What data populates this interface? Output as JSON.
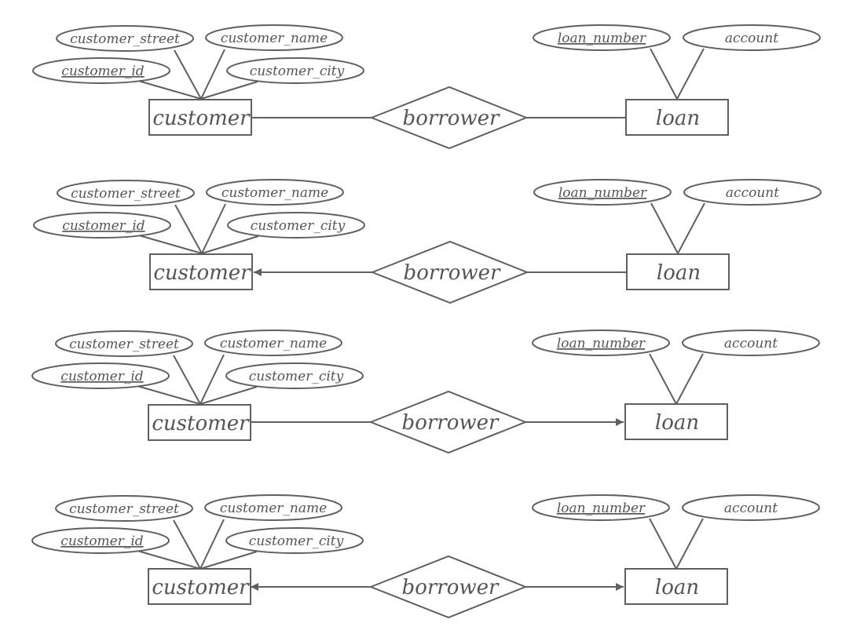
{
  "colors": {
    "stroke": "#5f5f5f",
    "text": "#555555",
    "background": "#ffffff"
  },
  "diagrams": [
    {
      "cardinality": "many-to-many",
      "customer": {
        "label": "customer"
      },
      "relationship": {
        "label": "borrower"
      },
      "loan": {
        "label": "loan"
      },
      "customer_attributes": [
        {
          "label": "customer_street",
          "key": false
        },
        {
          "label": "customer_name",
          "key": false
        },
        {
          "label": "customer_id",
          "key": true
        },
        {
          "label": "customer_city",
          "key": false
        }
      ],
      "loan_attributes": [
        {
          "label": "loan_number",
          "key": true
        },
        {
          "label": "account",
          "key": false
        }
      ]
    },
    {
      "cardinality": "one-to-many",
      "customer": {
        "label": "customer"
      },
      "relationship": {
        "label": "borrower"
      },
      "loan": {
        "label": "loan"
      },
      "customer_attributes": [
        {
          "label": "customer_street",
          "key": false
        },
        {
          "label": "customer_name",
          "key": false
        },
        {
          "label": "customer_id",
          "key": true
        },
        {
          "label": "customer_city",
          "key": false
        }
      ],
      "loan_attributes": [
        {
          "label": "loan_number",
          "key": true
        },
        {
          "label": "account",
          "key": false
        }
      ]
    },
    {
      "cardinality": "many-to-one",
      "customer": {
        "label": "customer"
      },
      "relationship": {
        "label": "borrower"
      },
      "loan": {
        "label": "loan"
      },
      "customer_attributes": [
        {
          "label": "customer_street",
          "key": false
        },
        {
          "label": "customer_name",
          "key": false
        },
        {
          "label": "customer_id",
          "key": true
        },
        {
          "label": "customer_city",
          "key": false
        }
      ],
      "loan_attributes": [
        {
          "label": "loan_number",
          "key": true
        },
        {
          "label": "account",
          "key": false
        }
      ]
    },
    {
      "cardinality": "one-to-one",
      "customer": {
        "label": "customer"
      },
      "relationship": {
        "label": "borrower"
      },
      "loan": {
        "label": "loan"
      },
      "customer_attributes": [
        {
          "label": "customer_street",
          "key": false
        },
        {
          "label": "customer_name",
          "key": false
        },
        {
          "label": "customer_id",
          "key": true
        },
        {
          "label": "customer_city",
          "key": false
        }
      ],
      "loan_attributes": [
        {
          "label": "loan_number",
          "key": true
        },
        {
          "label": "account",
          "key": false
        }
      ]
    }
  ]
}
